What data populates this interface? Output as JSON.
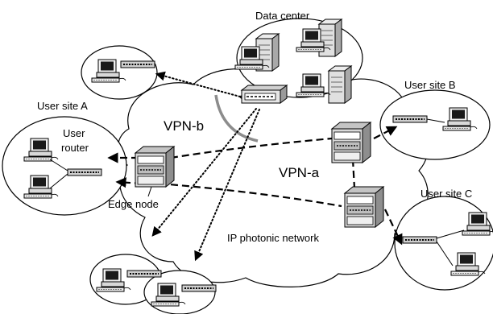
{
  "labels": {
    "data_center": "Data center",
    "user_site_a": "User site A",
    "user_site_b": "User site B",
    "user_site_c": "User site C",
    "user_router_line1": "User",
    "user_router_line2": "router",
    "vpn_a": "VPN-a",
    "vpn_b": "VPN-b",
    "edge_node": "Edge node",
    "network": "IP photonic network"
  },
  "colors": {
    "vpn_b_arc": "#8c8c8c",
    "outline": "#000000",
    "device_fill": "#d9d9d9",
    "monitor_screen": "#1a1a1a"
  },
  "icons": [
    "computer-icon",
    "server-icon",
    "router-icon",
    "switch-hub-icon",
    "optical-node-icon"
  ]
}
